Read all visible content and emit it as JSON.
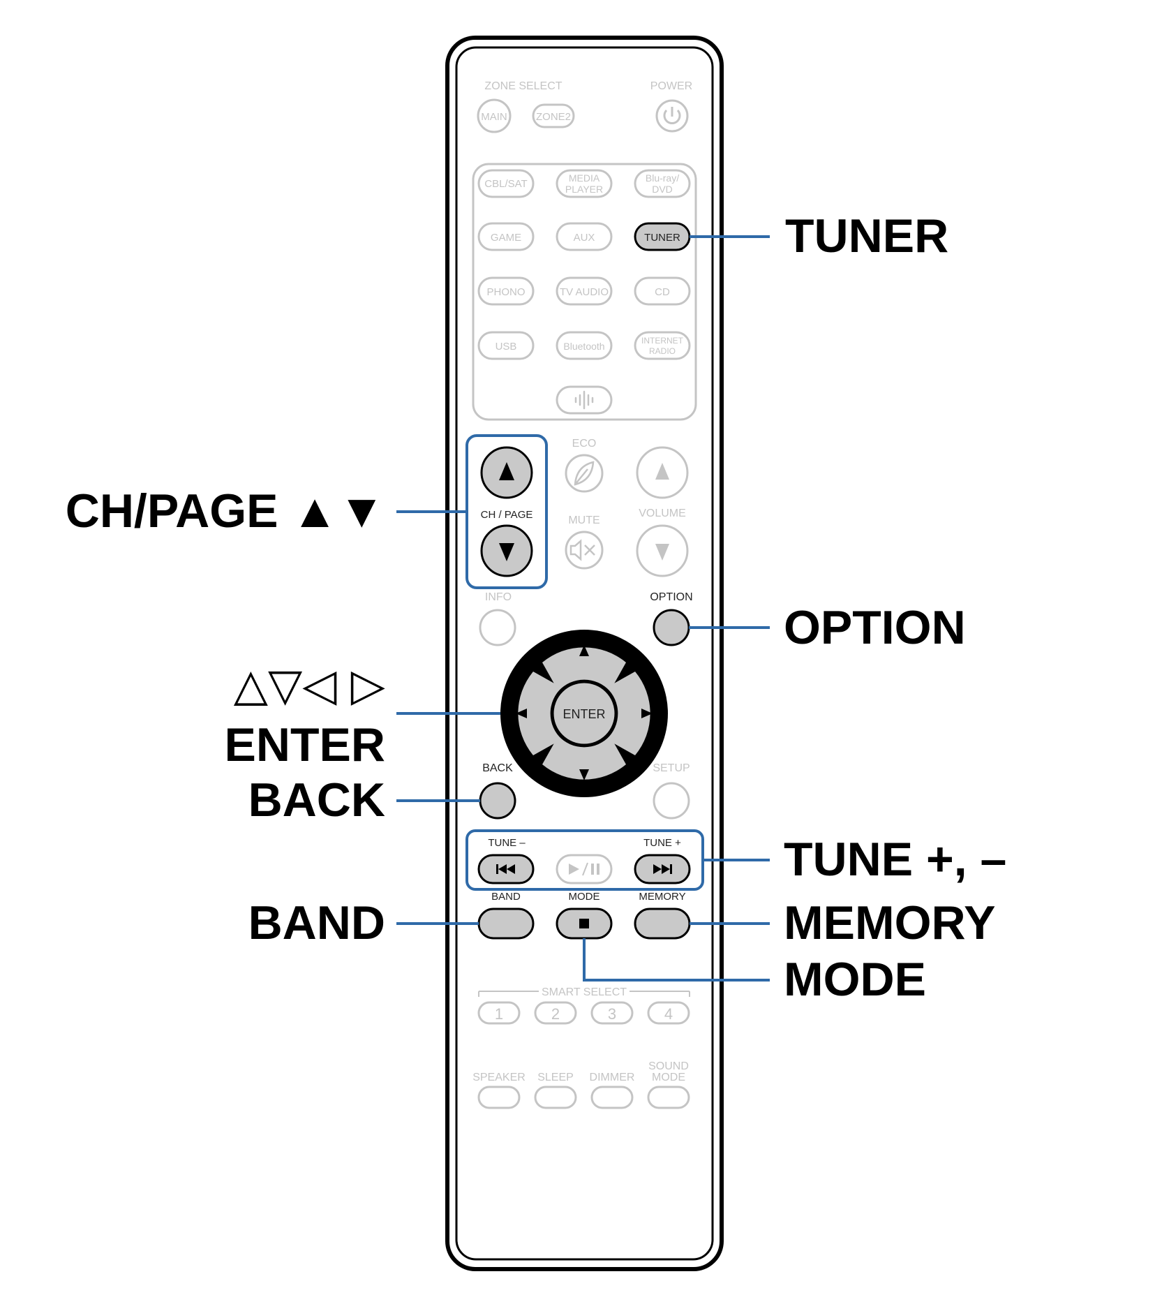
{
  "remote": {
    "zone_select": "ZONE SELECT",
    "power": "POWER",
    "main": "MAIN",
    "zone2": "ZONE2",
    "sources": {
      "cbl_sat": "CBL/SAT",
      "media_player_1": "MEDIA",
      "media_player_2": "PLAYER",
      "bluray_1": "Blu-ray/",
      "bluray_2": "DVD",
      "game": "GAME",
      "aux": "AUX",
      "tuner": "TUNER",
      "phono": "PHONO",
      "tv_audio": "TV AUDIO",
      "cd": "CD",
      "usb": "USB",
      "bluetooth": "Bluetooth",
      "internet_radio_1": "INTERNET",
      "internet_radio_2": "RADIO"
    },
    "eco": "ECO",
    "ch_page": "CH / PAGE",
    "mute": "MUTE",
    "volume": "VOLUME",
    "info": "INFO",
    "option": "OPTION",
    "enter": "ENTER",
    "back": "BACK",
    "setup": "SETUP",
    "tune_minus": "TUNE –",
    "tune_plus": "TUNE +",
    "band": "BAND",
    "mode": "MODE",
    "memory": "MEMORY",
    "smart_select": "SMART SELECT",
    "smart_1": "1",
    "smart_2": "2",
    "smart_3": "3",
    "smart_4": "4",
    "speaker": "SPEAKER",
    "sleep": "SLEEP",
    "dimmer": "DIMMER",
    "sound_mode_1": "SOUND",
    "sound_mode_2": "MODE"
  },
  "callouts": {
    "tuner": "TUNER",
    "ch_page": "CH/PAGE ▲▼",
    "option": "OPTION",
    "cursor_arrows": "△▽◁ ▷",
    "enter": "ENTER",
    "back": "BACK",
    "tune": "TUNE +, –",
    "band": "BAND",
    "memory": "MEMORY",
    "mode": "MODE"
  },
  "colors": {
    "callout_line": "#2f6aa8",
    "highlight_button": "#c9c9c9",
    "faded_outline": "#c4c4c4",
    "body_outline": "#000000"
  }
}
